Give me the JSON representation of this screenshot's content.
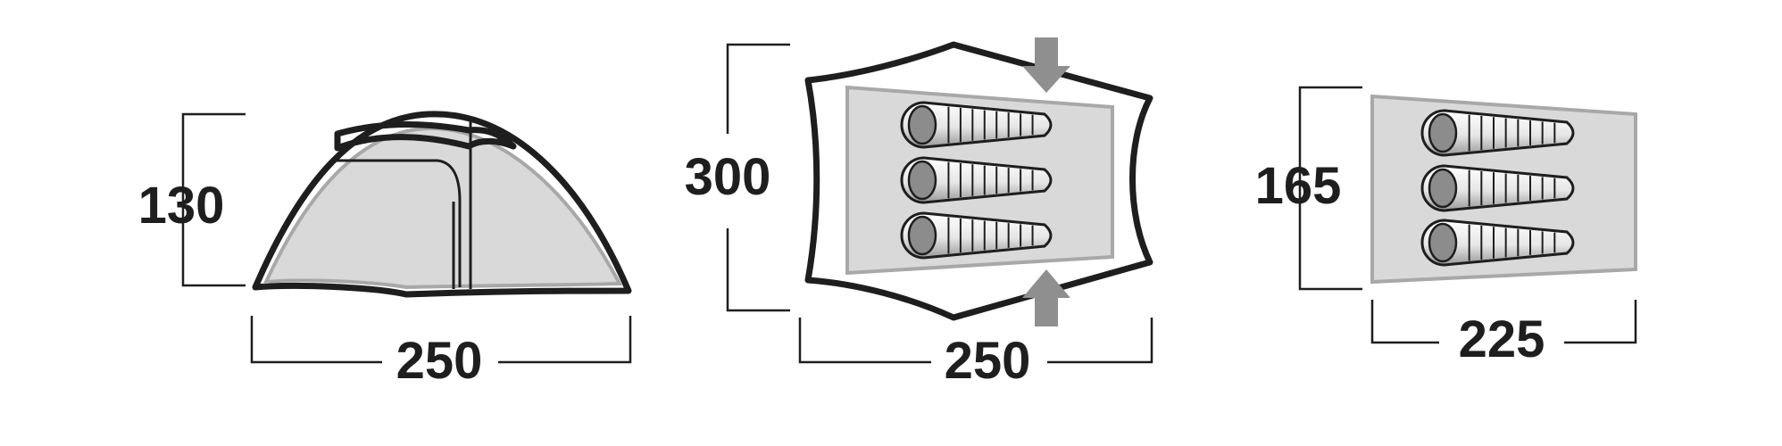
{
  "views": {
    "side": {
      "height_label": "130",
      "width_label": "250"
    },
    "top": {
      "depth_label": "300",
      "width_label": "250"
    },
    "floor": {
      "depth_label": "165",
      "width_label": "225"
    }
  },
  "colors": {
    "outline": "#1e1e1e",
    "inner_fill": "#d9d9d9",
    "inner_edge": "#a8a8a8",
    "arrow": "#8f8f8f",
    "bag_head": "#8c8c8c"
  },
  "sleeping_bags": {
    "top_view_count": 3,
    "floor_view_count": 3
  }
}
